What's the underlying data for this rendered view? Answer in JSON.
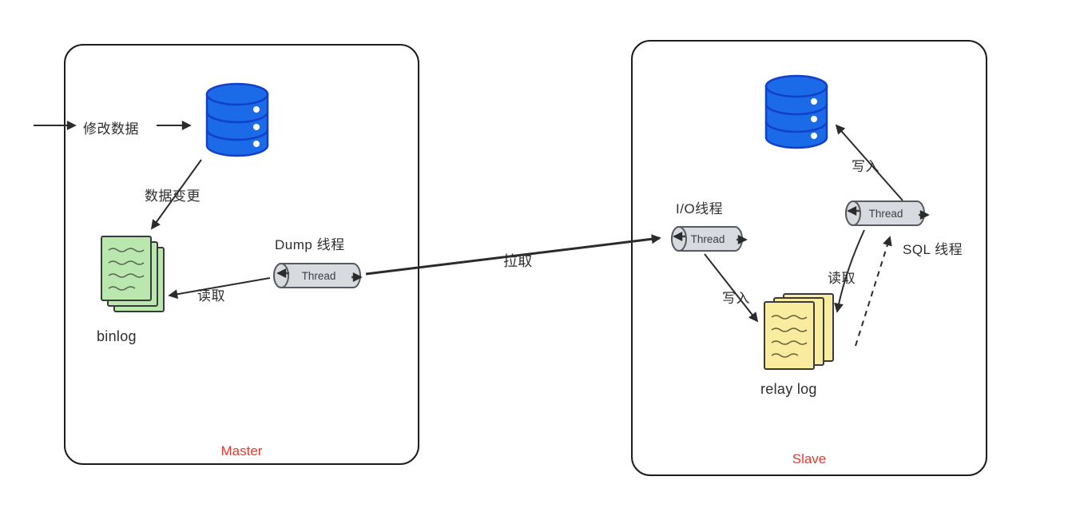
{
  "master": {
    "label": "Master",
    "modify_data": "修改数据",
    "data_change": "数据变更",
    "dump_thread_title": "Dump 线程",
    "read": "读取",
    "binlog": "binlog",
    "thread": "Thread"
  },
  "link": {
    "pull": "拉取"
  },
  "slave": {
    "label": "Slave",
    "io_thread_title": "I/O线程",
    "write_relay": "写入",
    "relay_log": "relay log",
    "read": "读取",
    "sql_thread_title": "SQL 线程",
    "write_db": "写入",
    "thread_io": "Thread",
    "thread_sql": "Thread"
  },
  "colors": {
    "database_blue": "#1b6ae8",
    "database_stroke": "#1240c8",
    "binlog_green": "#b9e7ae",
    "relay_yellow": "#f9ec9f",
    "thread_gray": "#d7dade",
    "box_label_red": "#e8382d",
    "ink": "#2b2b2b"
  }
}
